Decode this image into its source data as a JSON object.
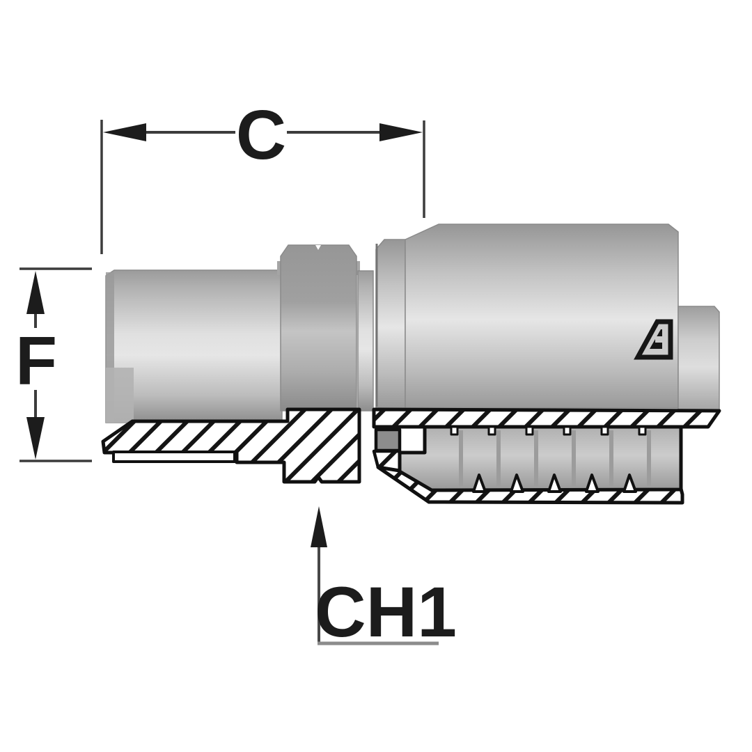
{
  "drawing": {
    "title": "hydraulic-hose-fitting-section-drawing",
    "dimensions": {
      "length_label": "C",
      "diameter_label": "F",
      "wrench_label": "CH1"
    },
    "logo": {
      "name": "manufacturer-logo-mark"
    },
    "colors": {
      "background": "#ffffff",
      "outline": "#101010",
      "dimension_line": "#3c3c3c",
      "leader_line": "#8c8c8c",
      "metal_light": "#e6e6e6",
      "metal_mid": "#bdbdbd",
      "metal_dark": "#8f8f8f"
    }
  }
}
